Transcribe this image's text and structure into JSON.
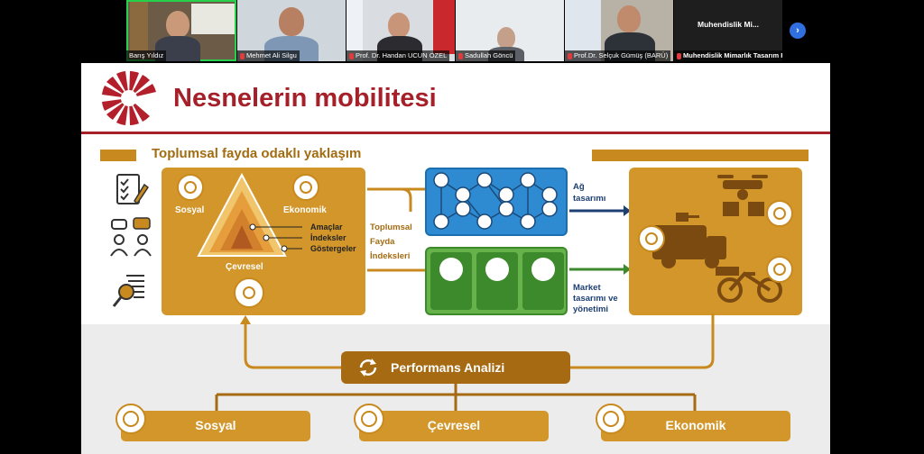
{
  "participants": [
    {
      "name": "Barış Yıldız"
    },
    {
      "name": "Mehmet Ali Silgu"
    },
    {
      "name": "Prof. Dr. Handan UCUN ÖZEL"
    },
    {
      "name": "Sadullah Göncü"
    },
    {
      "name": "Prof.Dr. Selçuk Gümüş (BARÜ)"
    },
    {
      "name": "Muhendislik Mimarlık Tasarım Fa...",
      "display": "Muhendislik  Mi..."
    }
  ],
  "slide": {
    "title": "Nesnelerin mobilitesi",
    "subtitle": "Toplumsal fayda odaklı yaklaşım",
    "pyramid": {
      "sosyal": "Sosyal",
      "ekonomik": "Ekonomik",
      "cevresel": "Çevresel",
      "amaclar": "Amaçlar",
      "indeksler": "İndeksler",
      "gostergeler": "Göstergeler"
    },
    "indices_label": [
      "Toplumsal",
      "Fayda",
      "İndeksleri"
    ],
    "network_label": [
      "Ağ",
      "tasarımı"
    ],
    "market_label": [
      "Market",
      "tasarımı ve",
      "yönetimi"
    ],
    "performance": "Performans Analizi",
    "bottom": [
      "Sosyal",
      "Çevresel",
      "Ekonomik"
    ]
  },
  "colors": {
    "brand_red": "#a6202a",
    "gold": "#d2962a",
    "dark_gold": "#a56a12",
    "network_blue": "#2e8bd1",
    "market_green": "#67b24a",
    "active_speaker": "#27d04a"
  }
}
